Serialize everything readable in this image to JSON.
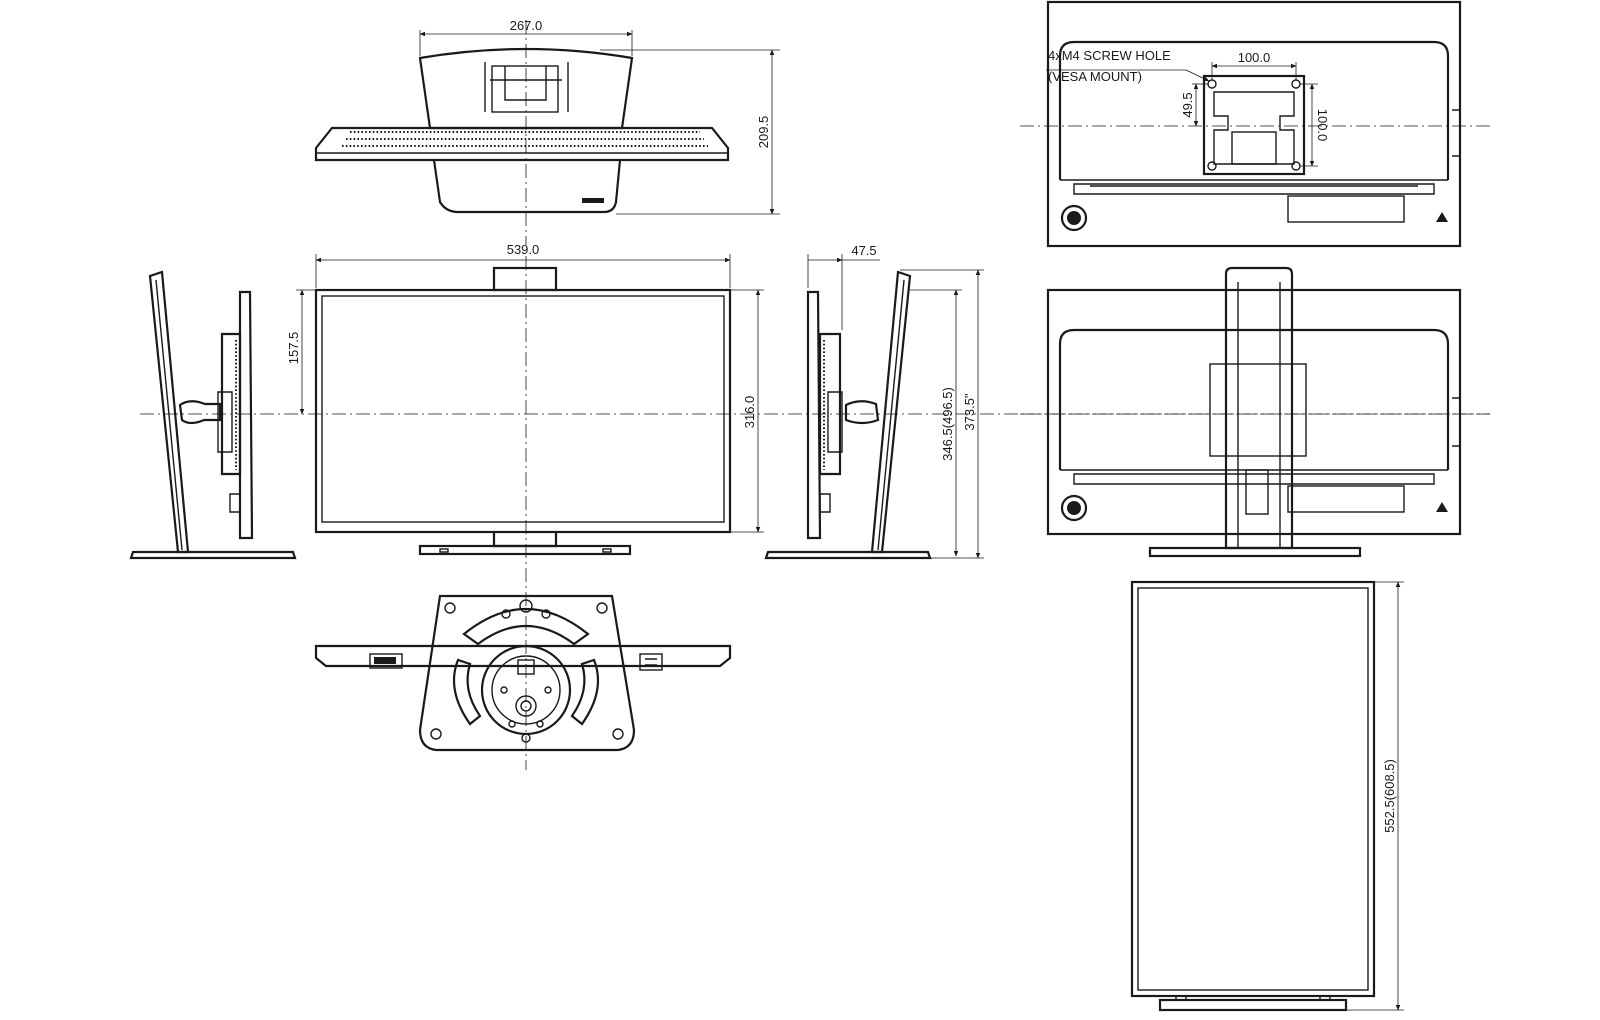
{
  "drawing": {
    "type": "monitor dimension drawing",
    "units": "mm"
  },
  "dimensions": {
    "top_depth_width": "267.0",
    "top_depth_height": "209.5",
    "front_width": "539.0",
    "front_center_height": "157.5",
    "front_panel_height": "316.0",
    "side_depth": "47.5",
    "side_height_range": "346.5(496.5)",
    "side_total_height": "373.5\"",
    "vesa_width": "100.0",
    "vesa_height": "100.0",
    "vesa_offset": "49.5",
    "pivot_height": "552.5(608.5)"
  },
  "annotations": {
    "screw_hole": "4xM4 SCREW HOLE",
    "vesa_mount": "(VESA MOUNT)"
  },
  "colors": {
    "line": "#1a1a1a",
    "background": "#ffffff"
  }
}
